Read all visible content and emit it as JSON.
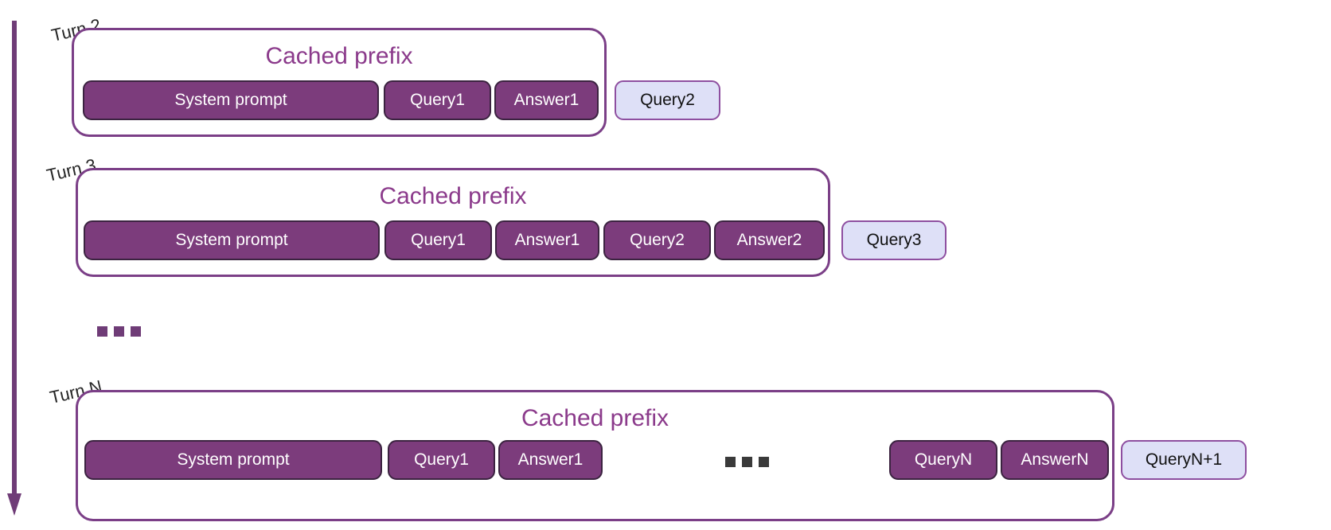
{
  "figure": {
    "timeline_arrow": "downward-time-arrow",
    "colors": {
      "chip_fill": "#7C3C7C",
      "chip_border": "#3B2340",
      "chip_text": "#FFFFFF",
      "new_chip_fill": "#DEE0F7",
      "new_chip_border": "#8E4FA0",
      "new_chip_text": "#111111",
      "container_border": "#7B3F87",
      "prefix_title_color": "#8B3A8B",
      "arrow_color": "#6F3C77",
      "turn_label_color": "#262626",
      "background": "#FFFFFF"
    }
  },
  "rows": [
    {
      "turn_label": "Turn 2",
      "prefix_title": "Cached prefix",
      "chips": [
        "System prompt",
        "Query1",
        "Answer1"
      ],
      "new_chip": "Query2",
      "has_inner_ellipsis": false
    },
    {
      "turn_label": "Turn 3",
      "prefix_title": "Cached prefix",
      "chips": [
        "System prompt",
        "Query1",
        "Answer1",
        "Query2",
        "Answer2"
      ],
      "new_chip": "Query3",
      "has_inner_ellipsis": false
    },
    {
      "turn_label": "Turn N",
      "prefix_title": "Cached prefix",
      "chips": [
        "System prompt",
        "Query1",
        "Answer1",
        "QueryN",
        "AnswerN"
      ],
      "new_chip": "QueryN+1",
      "has_inner_ellipsis": true,
      "inner_ellipsis": "..."
    }
  ],
  "between_rows_ellipsis": "..."
}
